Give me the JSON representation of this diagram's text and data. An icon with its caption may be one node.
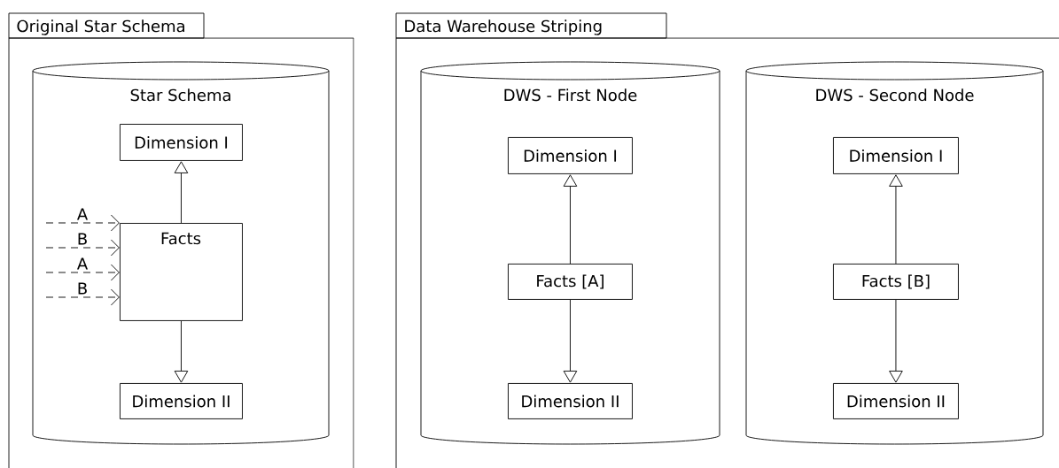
{
  "diagram": {
    "nodes": [
      {
        "text": [
          "Original Star Schema"
        ]
      },
      {
        "text": [
          "Star Schema"
        ],
        "in": 0
      },
      {
        "text": [
          "Dimension I"
        ],
        "in": 1
      },
      {
        "text": [
          "Facts"
        ],
        "in": 1
      },
      {
        "text": [
          "Dimension II"
        ],
        "in": 1
      },
      {
        "text": [
          "Data Warehouse Striping"
        ]
      },
      {
        "text": [
          "DWS - First Node"
        ],
        "in": 5
      },
      {
        "text": [
          "Dimension I"
        ],
        "in": 6
      },
      {
        "text": [
          "Facts [A]"
        ],
        "in": 6
      },
      {
        "text": [
          "Dimension II"
        ],
        "in": 6
      },
      {
        "text": [
          "DWS - Second Node"
        ],
        "in": 5
      },
      {
        "text": [
          "Dimension I"
        ],
        "in": 10
      },
      {
        "text": [
          "Facts [B]"
        ],
        "in": 10
      },
      {
        "text": [
          "Dimension II"
        ],
        "in": 10
      }
    ],
    "edges": [
      {
        "from": 3,
        "to": 2,
        "arrow": "to"
      },
      {
        "from": 3,
        "to": 4,
        "arrow": "to"
      },
      {
        "from": null,
        "to": 3,
        "arrow": "to",
        "label": "A",
        "style": "dashed"
      },
      {
        "from": null,
        "to": 3,
        "arrow": "to",
        "label": "B",
        "style": "dashed"
      },
      {
        "from": null,
        "to": 3,
        "arrow": "to",
        "label": "A",
        "style": "dashed"
      },
      {
        "from": null,
        "to": 3,
        "arrow": "to",
        "label": "B",
        "style": "dashed"
      },
      {
        "from": 8,
        "to": 7,
        "arrow": "to"
      },
      {
        "from": 8,
        "to": 9,
        "arrow": "to"
      },
      {
        "from": 12,
        "to": 11,
        "arrow": "to"
      },
      {
        "from": 12,
        "to": 13,
        "arrow": "to"
      }
    ]
  }
}
